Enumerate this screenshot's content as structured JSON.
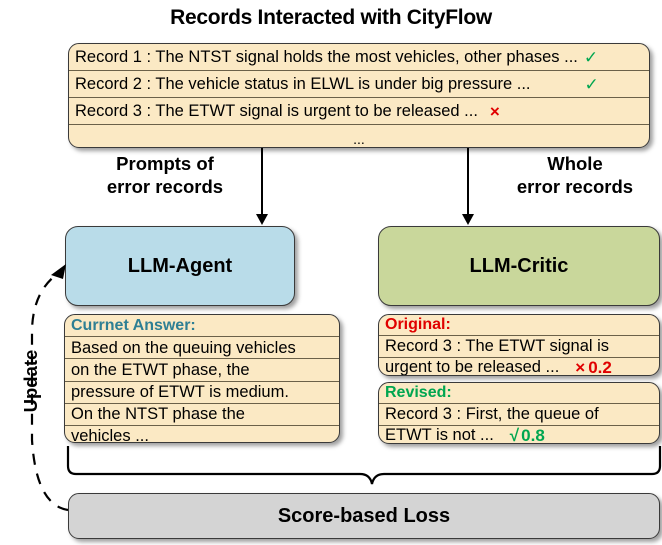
{
  "title": "Records Interacted with CityFlow",
  "colors": {
    "agent_fill": "#b9dce9",
    "critic_fill": "#c9d79b",
    "panel_fill": "#fbe9c4",
    "loss_fill": "#d4d4d4",
    "check_green": "#00a650",
    "cross_red": "#e00000",
    "teal_heading": "#2e7f94"
  },
  "records": {
    "items": [
      {
        "text": "Record 1 : The NTST signal holds the most vehicles, other phases  ...",
        "mark": "✓",
        "mark_kind": "check"
      },
      {
        "text": "Record 2 : The vehicle status in ELWL is under big pressure  ...",
        "mark": "✓",
        "mark_kind": "check"
      },
      {
        "text": "Record 3 : The ETWT signal is urgent to be released ...",
        "mark": "×",
        "mark_kind": "cross"
      }
    ],
    "ellipsis": "..."
  },
  "edges": {
    "left_label_line1": "Prompts of",
    "left_label_line2": "error records",
    "right_label_line1": "Whole",
    "right_label_line2": "error records",
    "update_label": "Update"
  },
  "agent": {
    "label": "LLM-Agent"
  },
  "critic": {
    "label": "LLM-Critic"
  },
  "answer": {
    "heading": "Currnet Answer:",
    "lines": [
      "Based on the queuing vehicles",
      "on the ETWT phase, the",
      "pressure of ETWT is medium.",
      "On the NTST phase the",
      "vehicles ..."
    ]
  },
  "original": {
    "heading": "Original:",
    "line1": "Record 3 : The ETWT signal is",
    "line2": "urgent to be  released ...",
    "score_mark": "×",
    "score_value": "0.2"
  },
  "revised": {
    "heading": "Revised:",
    "line1": "Record 3 : First, the queue of",
    "line2": "ETWT is not  ...",
    "score_mark": "√",
    "score_value": "0.8"
  },
  "loss": {
    "label": "Score-based Loss"
  }
}
